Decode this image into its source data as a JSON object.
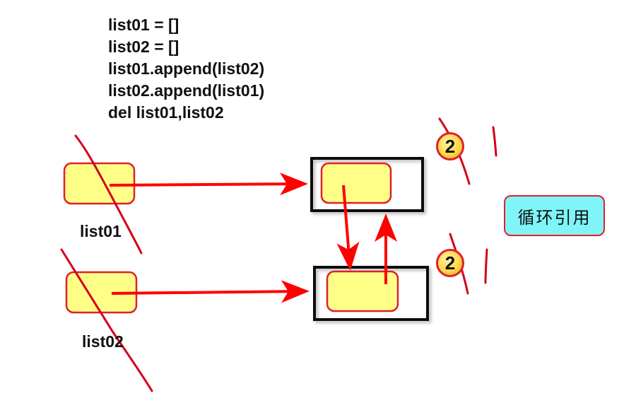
{
  "code_lines": [
    "list01 = []",
    "list02 = []",
    "list01.append(list02)",
    "list02.append(list01)",
    "del list01,list02"
  ],
  "var_labels": {
    "list01": "list01",
    "list02": "list02"
  },
  "refcounts": [
    "2",
    "2"
  ],
  "cycle_label": "循环引用",
  "colors": {
    "arrow": "#ff0000",
    "box_fill": "#ffff88",
    "box_border": "#e0202a",
    "frame": "#111111",
    "tag_fill": "#7ff5f7",
    "strike": "#d4001a"
  }
}
